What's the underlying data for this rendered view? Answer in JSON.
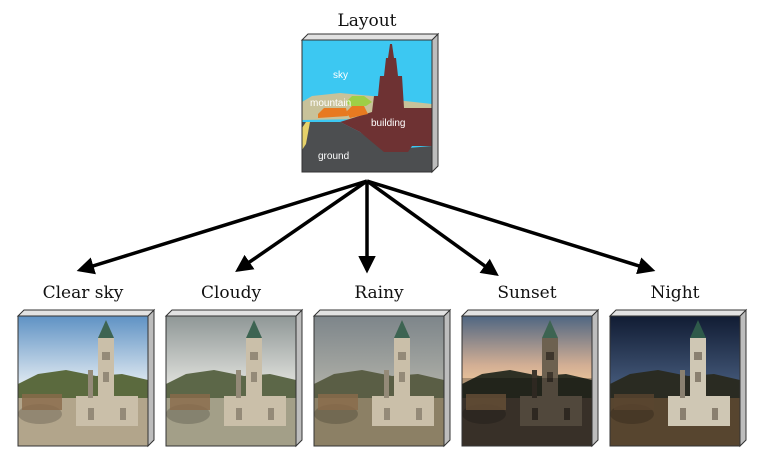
{
  "layout": {
    "title": "Layout",
    "segments": {
      "sky": "sky",
      "mountain": "mountain",
      "building": "building",
      "ground": "ground"
    },
    "colors": {
      "sky": "#3cc8f2",
      "mountain": "#c8c29a",
      "building": "#6e3233",
      "ground": "#4c4e50",
      "tree": "#9ecf46",
      "roof": "#e87a20"
    }
  },
  "outputs": [
    {
      "label": "Clear sky",
      "palette": [
        "#6f9ec8",
        "#d9e6ef",
        "#5b6a3e",
        "#b2a58b"
      ]
    },
    {
      "label": "Cloudy",
      "palette": [
        "#9ea4a4",
        "#d8dad6",
        "#5c6748",
        "#a39f88"
      ]
    },
    {
      "label": "Rainy",
      "palette": [
        "#8a9196",
        "#a9aaa3",
        "#5a5e45",
        "#8c8065"
      ]
    },
    {
      "label": "Sunset",
      "palette": [
        "#6c7f97",
        "#e3ba95",
        "#2e3024",
        "#4b4036"
      ]
    },
    {
      "label": "Night",
      "palette": [
        "#1b2844",
        "#3b4e6c",
        "#2a2b22",
        "#57452f"
      ]
    }
  ]
}
